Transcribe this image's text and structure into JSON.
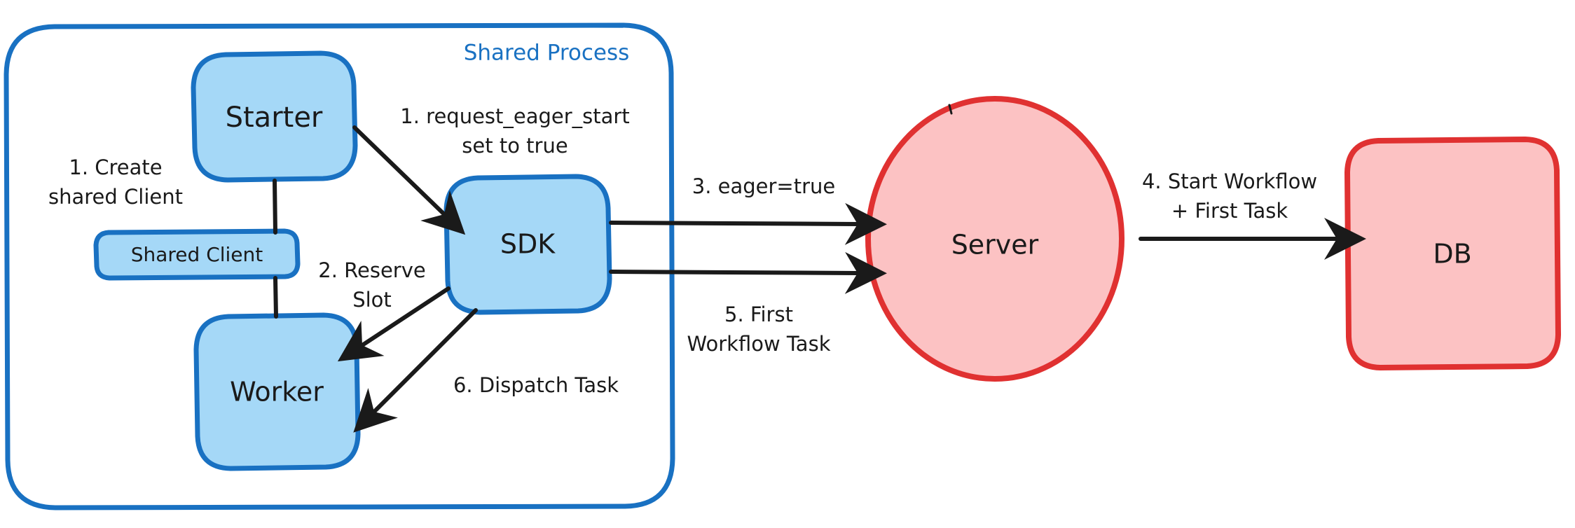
{
  "diagram": {
    "title_visible": false,
    "background_color": "#ffffff",
    "palette": {
      "blue_fill": "#a5d8f7",
      "blue_stroke": "#1971c2",
      "red_fill": "#fcc2c3",
      "red_stroke": "#e03131",
      "arrow_color": "#1a1a1a",
      "text_color": "#1a1a1a"
    },
    "group": {
      "name": "shared-process-container",
      "label": "Shared Process",
      "label_color": "#1971c2",
      "stroke": "#1971c2"
    },
    "nodes": [
      {
        "id": "starter",
        "label": "Starter",
        "shape": "rounded-rect",
        "fill": "#a5d8f7",
        "stroke": "#1971c2"
      },
      {
        "id": "shared-client",
        "label": "Shared Client",
        "shape": "rounded-rect",
        "fill": "#a5d8f7",
        "stroke": "#1971c2"
      },
      {
        "id": "worker",
        "label": "Worker",
        "shape": "rounded-rect",
        "fill": "#a5d8f7",
        "stroke": "#1971c2"
      },
      {
        "id": "sdk",
        "label": "SDK",
        "shape": "rounded-rect",
        "fill": "#a5d8f7",
        "stroke": "#1971c2"
      },
      {
        "id": "server",
        "label": "Server",
        "shape": "ellipse",
        "fill": "#fcc2c3",
        "stroke": "#e03131"
      },
      {
        "id": "db",
        "label": "DB",
        "shape": "rounded-rect",
        "fill": "#fcc2c3",
        "stroke": "#e03131"
      }
    ],
    "edges": [
      {
        "id": "edge-create-shared-client",
        "from": "starter",
        "to": "worker",
        "label_line1": "1. Create",
        "label_line2": "shared Client",
        "arrow": false
      },
      {
        "id": "edge-request-eager-start",
        "from": "starter",
        "to": "sdk",
        "label_line1": "1. request_eager_start",
        "label_line2": "set to true",
        "arrow": true
      },
      {
        "id": "edge-reserve-slot",
        "from": "sdk",
        "to": "worker",
        "label_line1": "2. Reserve",
        "label_line2": "Slot",
        "arrow": true
      },
      {
        "id": "edge-eager-true",
        "from": "sdk",
        "to": "server",
        "label_line1": "3. eager=true",
        "label_line2": "",
        "arrow": true
      },
      {
        "id": "edge-start-workflow",
        "from": "server",
        "to": "db",
        "label_line1": "4. Start Workflow",
        "label_line2": "+ First Task",
        "arrow": true
      },
      {
        "id": "edge-first-workflow-task",
        "from": "server",
        "to": "sdk",
        "label_line1": "5. First",
        "label_line2": "Workflow Task",
        "arrow": true
      },
      {
        "id": "edge-dispatch-task",
        "from": "sdk",
        "to": "worker",
        "label_line1": "6. Dispatch Task",
        "label_line2": "",
        "arrow": true
      }
    ]
  }
}
